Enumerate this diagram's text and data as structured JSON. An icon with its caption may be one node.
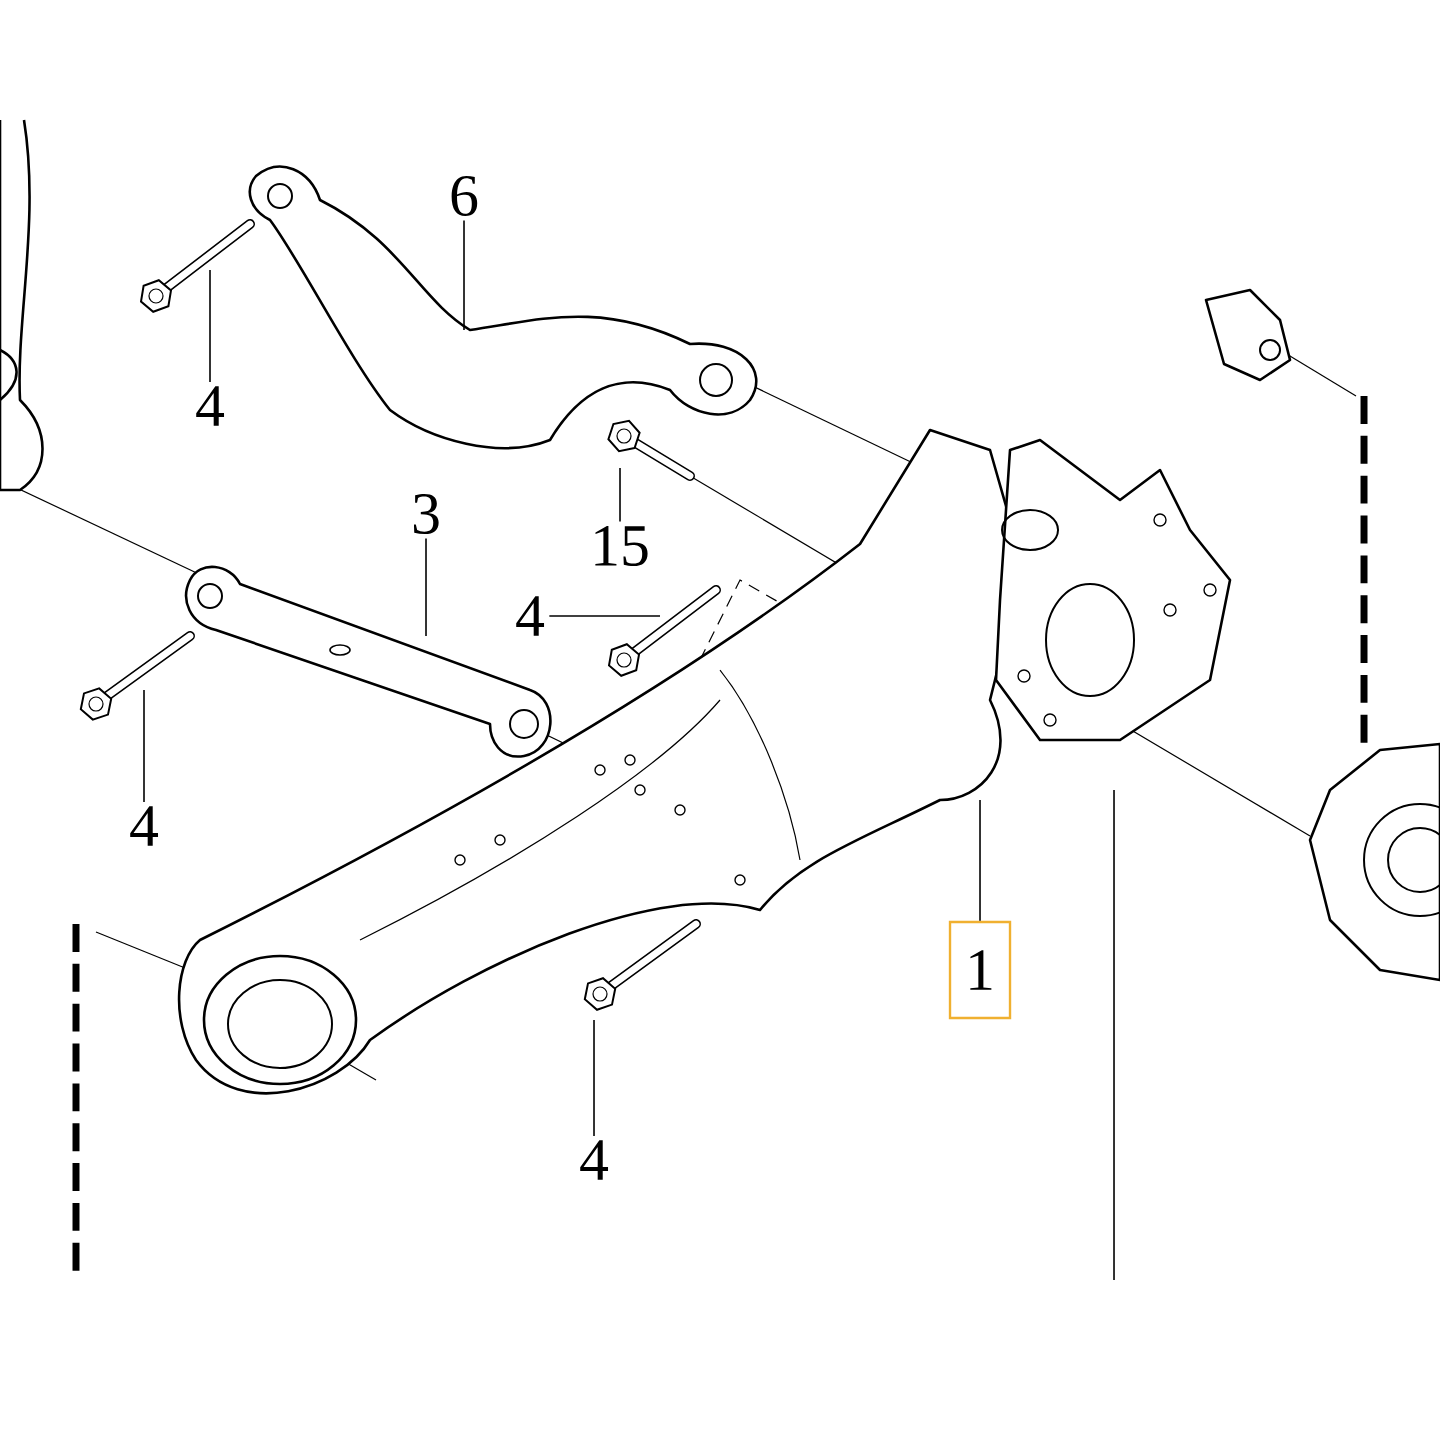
{
  "diagram": {
    "nodes": [
      {
        "text": [
          "6"
        ]
      },
      {
        "text": [
          "4"
        ]
      },
      {
        "text": [
          "3"
        ]
      },
      {
        "text": [
          "15"
        ]
      },
      {
        "text": [
          "4"
        ]
      },
      {
        "text": [
          "4"
        ]
      },
      {
        "text": [
          "1"
        ]
      },
      {
        "text": [
          "4"
        ]
      }
    ],
    "edges": [
      {
        "from": 0,
        "to": null,
        "arrow": "none"
      },
      {
        "from": 1,
        "to": null,
        "arrow": "none"
      },
      {
        "from": 2,
        "to": null,
        "arrow": "none"
      },
      {
        "from": 3,
        "to": null,
        "arrow": "none"
      },
      {
        "from": 4,
        "to": null,
        "arrow": "none"
      },
      {
        "from": 5,
        "to": null,
        "arrow": "none"
      },
      {
        "from": 6,
        "to": null,
        "arrow": "none"
      },
      {
        "from": 7,
        "to": null,
        "arrow": "none"
      }
    ]
  }
}
